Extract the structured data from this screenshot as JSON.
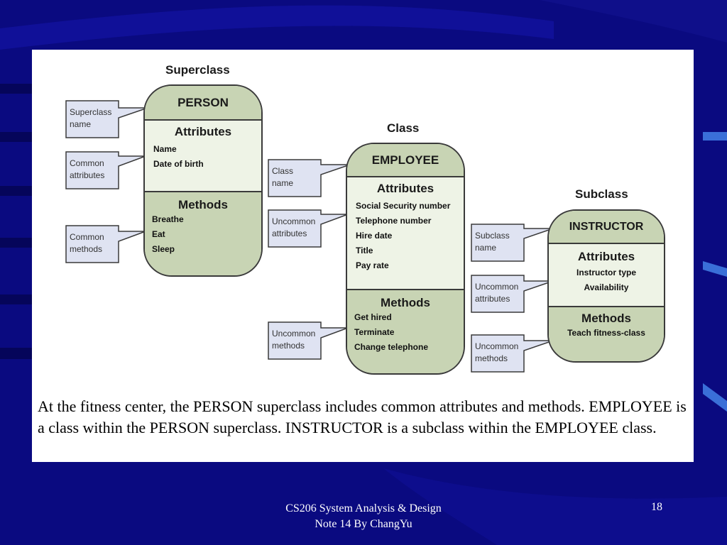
{
  "slide": {
    "caption": "At the fitness center, the PERSON superclass includes common attributes and methods. EMPLOYEE is a class within the PERSON superclass. INSTRUCTOR is a subclass within the EMPLOYEE class.",
    "footer_line1": "CS206 System Analysis & Design",
    "footer_line2": "Note 14 By ChangYu",
    "page_number": "18"
  },
  "diagram": {
    "columns": {
      "superclass": "Superclass",
      "class": "Class",
      "subclass": "Subclass"
    },
    "person": {
      "name": "PERSON",
      "attributes_title": "Attributes",
      "attributes": [
        "Name",
        "Date of birth"
      ],
      "methods_title": "Methods",
      "methods": [
        "Breathe",
        "Eat",
        "Sleep"
      ]
    },
    "employee": {
      "name": "EMPLOYEE",
      "attributes_title": "Attributes",
      "attributes": [
        "Social Security number",
        "Telephone number",
        "Hire date",
        "Title",
        "Pay rate"
      ],
      "methods_title": "Methods",
      "methods": [
        "Get hired",
        "Terminate",
        "Change telephone"
      ]
    },
    "instructor": {
      "name": "INSTRUCTOR",
      "attributes_title": "Attributes",
      "attributes": [
        "Instructor type",
        "Availability"
      ],
      "methods_title": "Methods",
      "methods": [
        "Teach fitness-class"
      ]
    },
    "callouts": {
      "superclass_name": [
        "Superclass",
        "name"
      ],
      "common_attributes": [
        "Common",
        "attributes"
      ],
      "common_methods": [
        "Common",
        "methods"
      ],
      "class_name": [
        "Class",
        "name"
      ],
      "employee_uncommon_attributes": [
        "Uncommon",
        "attributes"
      ],
      "employee_uncommon_methods": [
        "Uncommon",
        "methods"
      ],
      "subclass_name": [
        "Subclass",
        "name"
      ],
      "instructor_uncommon_attributes": [
        "Uncommon",
        "attributes"
      ],
      "instructor_uncommon_methods": [
        "Uncommon",
        "methods"
      ]
    }
  },
  "colors": {
    "background": "#0a0a80",
    "header_fill": "#c8d4b4",
    "body_fill": "#eef3e6",
    "callout_fill": "#dfe3f2"
  }
}
